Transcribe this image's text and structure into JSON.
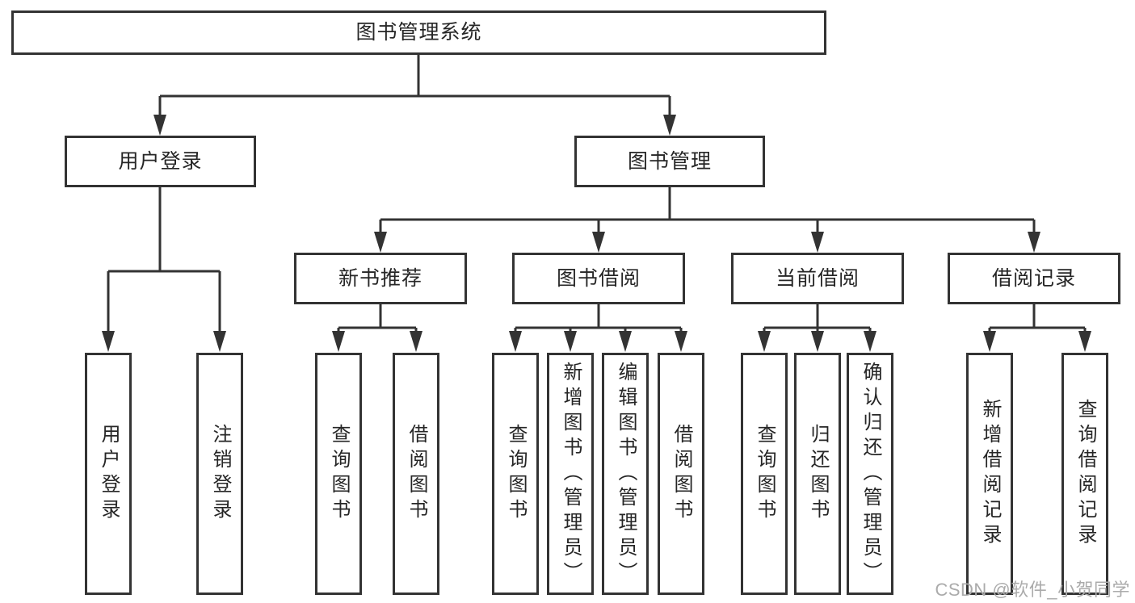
{
  "diagram": {
    "type": "hierarchy-tree",
    "tree": {
      "root": {
        "label": "图书管理系统"
      },
      "branches": [
        {
          "label": "用户登录",
          "children": [
            {
              "label": "用户登录"
            },
            {
              "label": "注销登录"
            }
          ]
        },
        {
          "label": "图书管理",
          "children": [
            {
              "label": "新书推荐",
              "children": [
                {
                  "label": "查询图书"
                },
                {
                  "label": "借阅图书"
                }
              ]
            },
            {
              "label": "图书借阅",
              "children": [
                {
                  "label": "查询图书"
                },
                {
                  "label": "新增图书（管理员）"
                },
                {
                  "label": "编辑图书（管理员）"
                },
                {
                  "label": "借阅图书"
                }
              ]
            },
            {
              "label": "当前借阅",
              "children": [
                {
                  "label": "查询图书"
                },
                {
                  "label": "归还图书"
                },
                {
                  "label": "确认归还（管理员）"
                }
              ]
            },
            {
              "label": "借阅记录",
              "children": [
                {
                  "label": "新增借阅记录"
                },
                {
                  "label": "查询借阅记录"
                }
              ]
            }
          ]
        }
      ]
    }
  },
  "watermark": {
    "text": "CSDN @软件_小贺同学"
  },
  "colors": {
    "line": "#333333",
    "text": "#262626",
    "background": "#ffffff",
    "watermark": "#ababab"
  }
}
